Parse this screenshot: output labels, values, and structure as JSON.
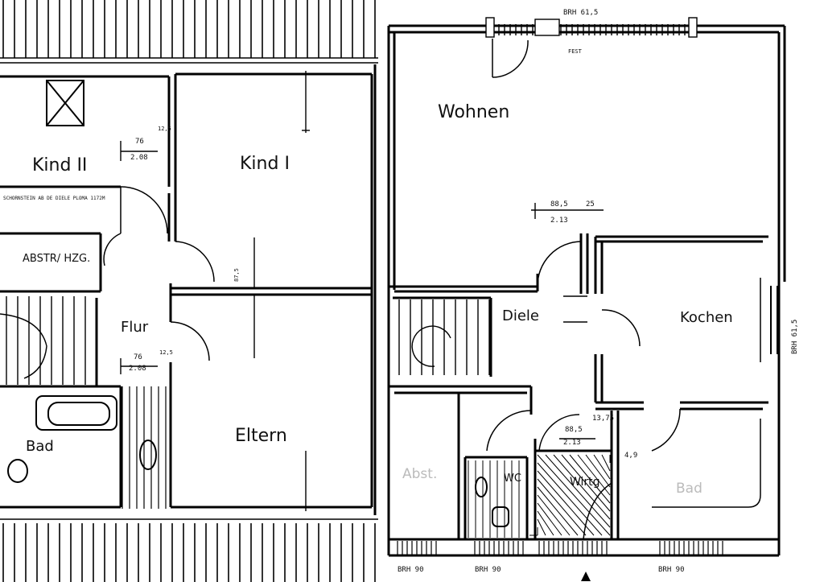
{
  "rooms": {
    "wohnen": "Wohnen",
    "kind1": "Kind I",
    "kind2": "Kind II",
    "flur": "Flur",
    "diele": "Diele",
    "kochen": "Kochen",
    "eltern": "Eltern",
    "bad": "Bad",
    "wc": "WC",
    "wirtschaft": "Wirtg",
    "abstellraum": "ABSTR/ HZG."
  },
  "labels": {
    "brh_top": "BRH 61,5",
    "fest": "FEST",
    "brh_bottom_1": "BRH 90",
    "brh_bottom_2": "BRH 90",
    "brh_bottom_3": "BRH 90",
    "brh_right": "BRH 61,5",
    "note_kind2": "SCHORNSTEIN AB DE DIELE PLOMA 1172M",
    "faint_left": "Abst.",
    "faint_right": "Bad"
  },
  "dimensions": {
    "d_76_208_a_top": "76",
    "d_76_208_a_bot": "2.08",
    "d_125_a": "12,5",
    "d_885_213_top": "88,5",
    "d_885_213_bot": "2.13",
    "d_25": "25",
    "d_76_208_b_top": "76",
    "d_76_208_b_bot": "2.08",
    "d_125_b": "12,5",
    "d_885_213_c_top": "88,5",
    "d_885_213_c_bot": "2.13",
    "d_1375": "13,75",
    "d_49": "4,9",
    "d_875": "87,5"
  }
}
